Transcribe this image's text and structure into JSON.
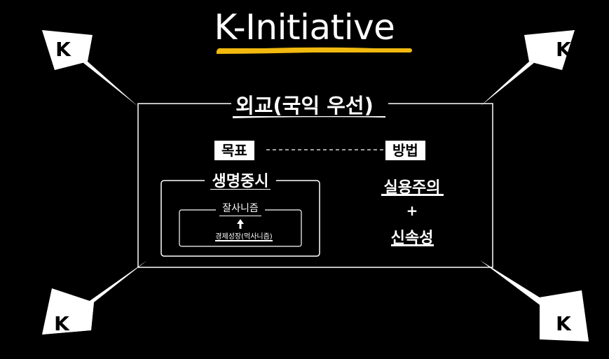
{
  "title": "K-Initiative",
  "corner_label": "K",
  "main_heading": "외교(국익 우선)",
  "goal": {
    "label": "목표",
    "primary": "생명중시",
    "secondary": "잘사니즘",
    "tertiary": "경제성장(먹사니즘)"
  },
  "method": {
    "label": "방법",
    "item1": "실용주의",
    "plus": "+",
    "item2": "신속성"
  },
  "colors": {
    "background": "#000000",
    "foreground": "#ffffff",
    "accent_yellow": "#f2b90f"
  }
}
